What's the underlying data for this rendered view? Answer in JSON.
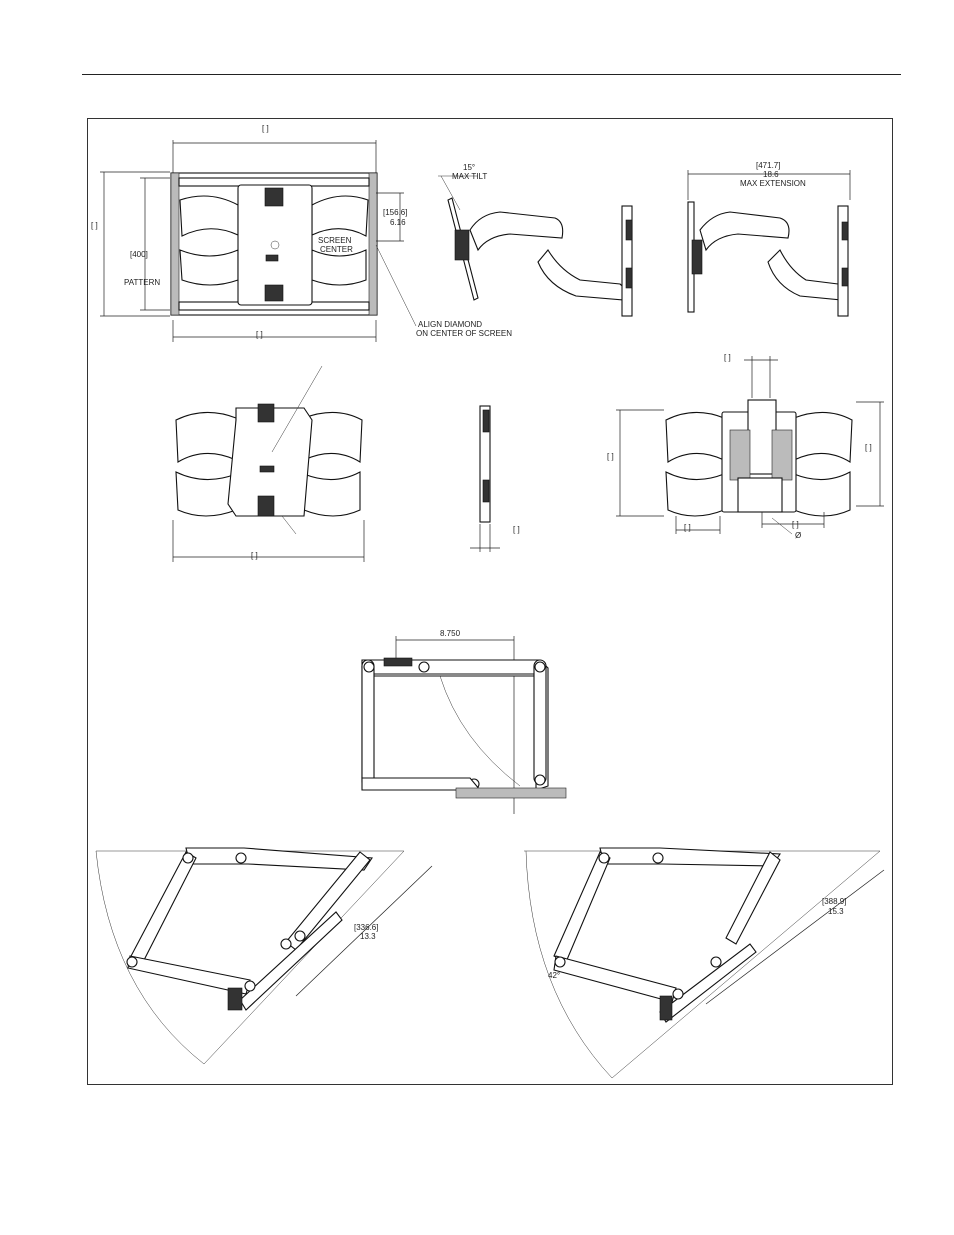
{
  "top_view": {
    "width_bracket": "[ ]",
    "height_bracket": "[ ]",
    "bottom_bracket": "[ ]",
    "pattern_mm": "[400]",
    "pattern_label": "PATTERN",
    "center_offset_mm": "[156.6]",
    "center_offset_in": "6.16",
    "screen_center_1": "SCREEN",
    "screen_center_2": "CENTER",
    "align_1": "ALIGN DIAMOND",
    "align_2": "ON CENTER OF SCREEN"
  },
  "tilt_view": {
    "angle": "15°",
    "label": "MAX TILT"
  },
  "extension_view": {
    "mm": "[471.7]",
    "in": "18.6",
    "label": "MAX EXTENSION"
  },
  "plate_view": {
    "bottom_bracket": "[ ]"
  },
  "profile_view": {
    "bracket": "[ ]"
  },
  "mount_view": {
    "top_bracket": "[ ]",
    "left_bracket": "[ ]",
    "right_bracket": "[ ]",
    "bottom_left_bracket": "[ ]",
    "bottom_right_bracket": "[ ]",
    "diameter": "Ø"
  },
  "folded_view": {
    "dimension": "8.750"
  },
  "swivel_left": {
    "mm": "[336.6]",
    "in": "13.3"
  },
  "swivel_right": {
    "mm": "[388.9]",
    "in": "15.3",
    "angle": "42°"
  }
}
